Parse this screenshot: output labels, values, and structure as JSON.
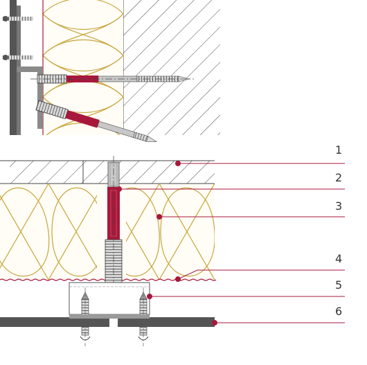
{
  "callouts": [
    {
      "number": "1"
    },
    {
      "number": "2"
    },
    {
      "number": "3"
    },
    {
      "number": "4"
    },
    {
      "number": "5"
    },
    {
      "number": "6"
    }
  ],
  "colors": {
    "accent": "#a8183c",
    "insulation": "#c8a43a",
    "insulation_fill": "#fffdf6",
    "structure": "#555555",
    "metal": "#bdbdbd"
  }
}
